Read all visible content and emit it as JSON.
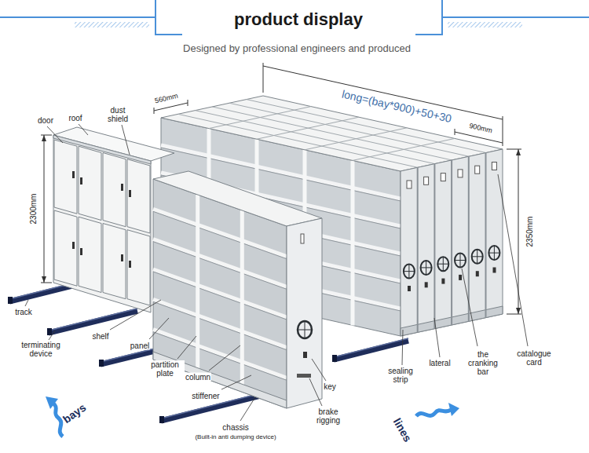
{
  "diagram": {
    "title": "product display",
    "labels": [
      "Designed by professional engineers and produced",
      "door",
      "roof",
      "dust shield",
      "2300mm",
      "560mm",
      "long=(bay*900)+50+30",
      "900mm",
      "2350mm",
      "track",
      "terminating device",
      "shelf",
      "panel",
      "partition plate",
      "column",
      "stiffener",
      "chassis",
      "(Built-in anti dumping device)",
      "key",
      "brake rigging",
      "sealing strip",
      "lateral",
      "the cranking bar",
      "catalogue card",
      "bays",
      "lines"
    ]
  }
}
